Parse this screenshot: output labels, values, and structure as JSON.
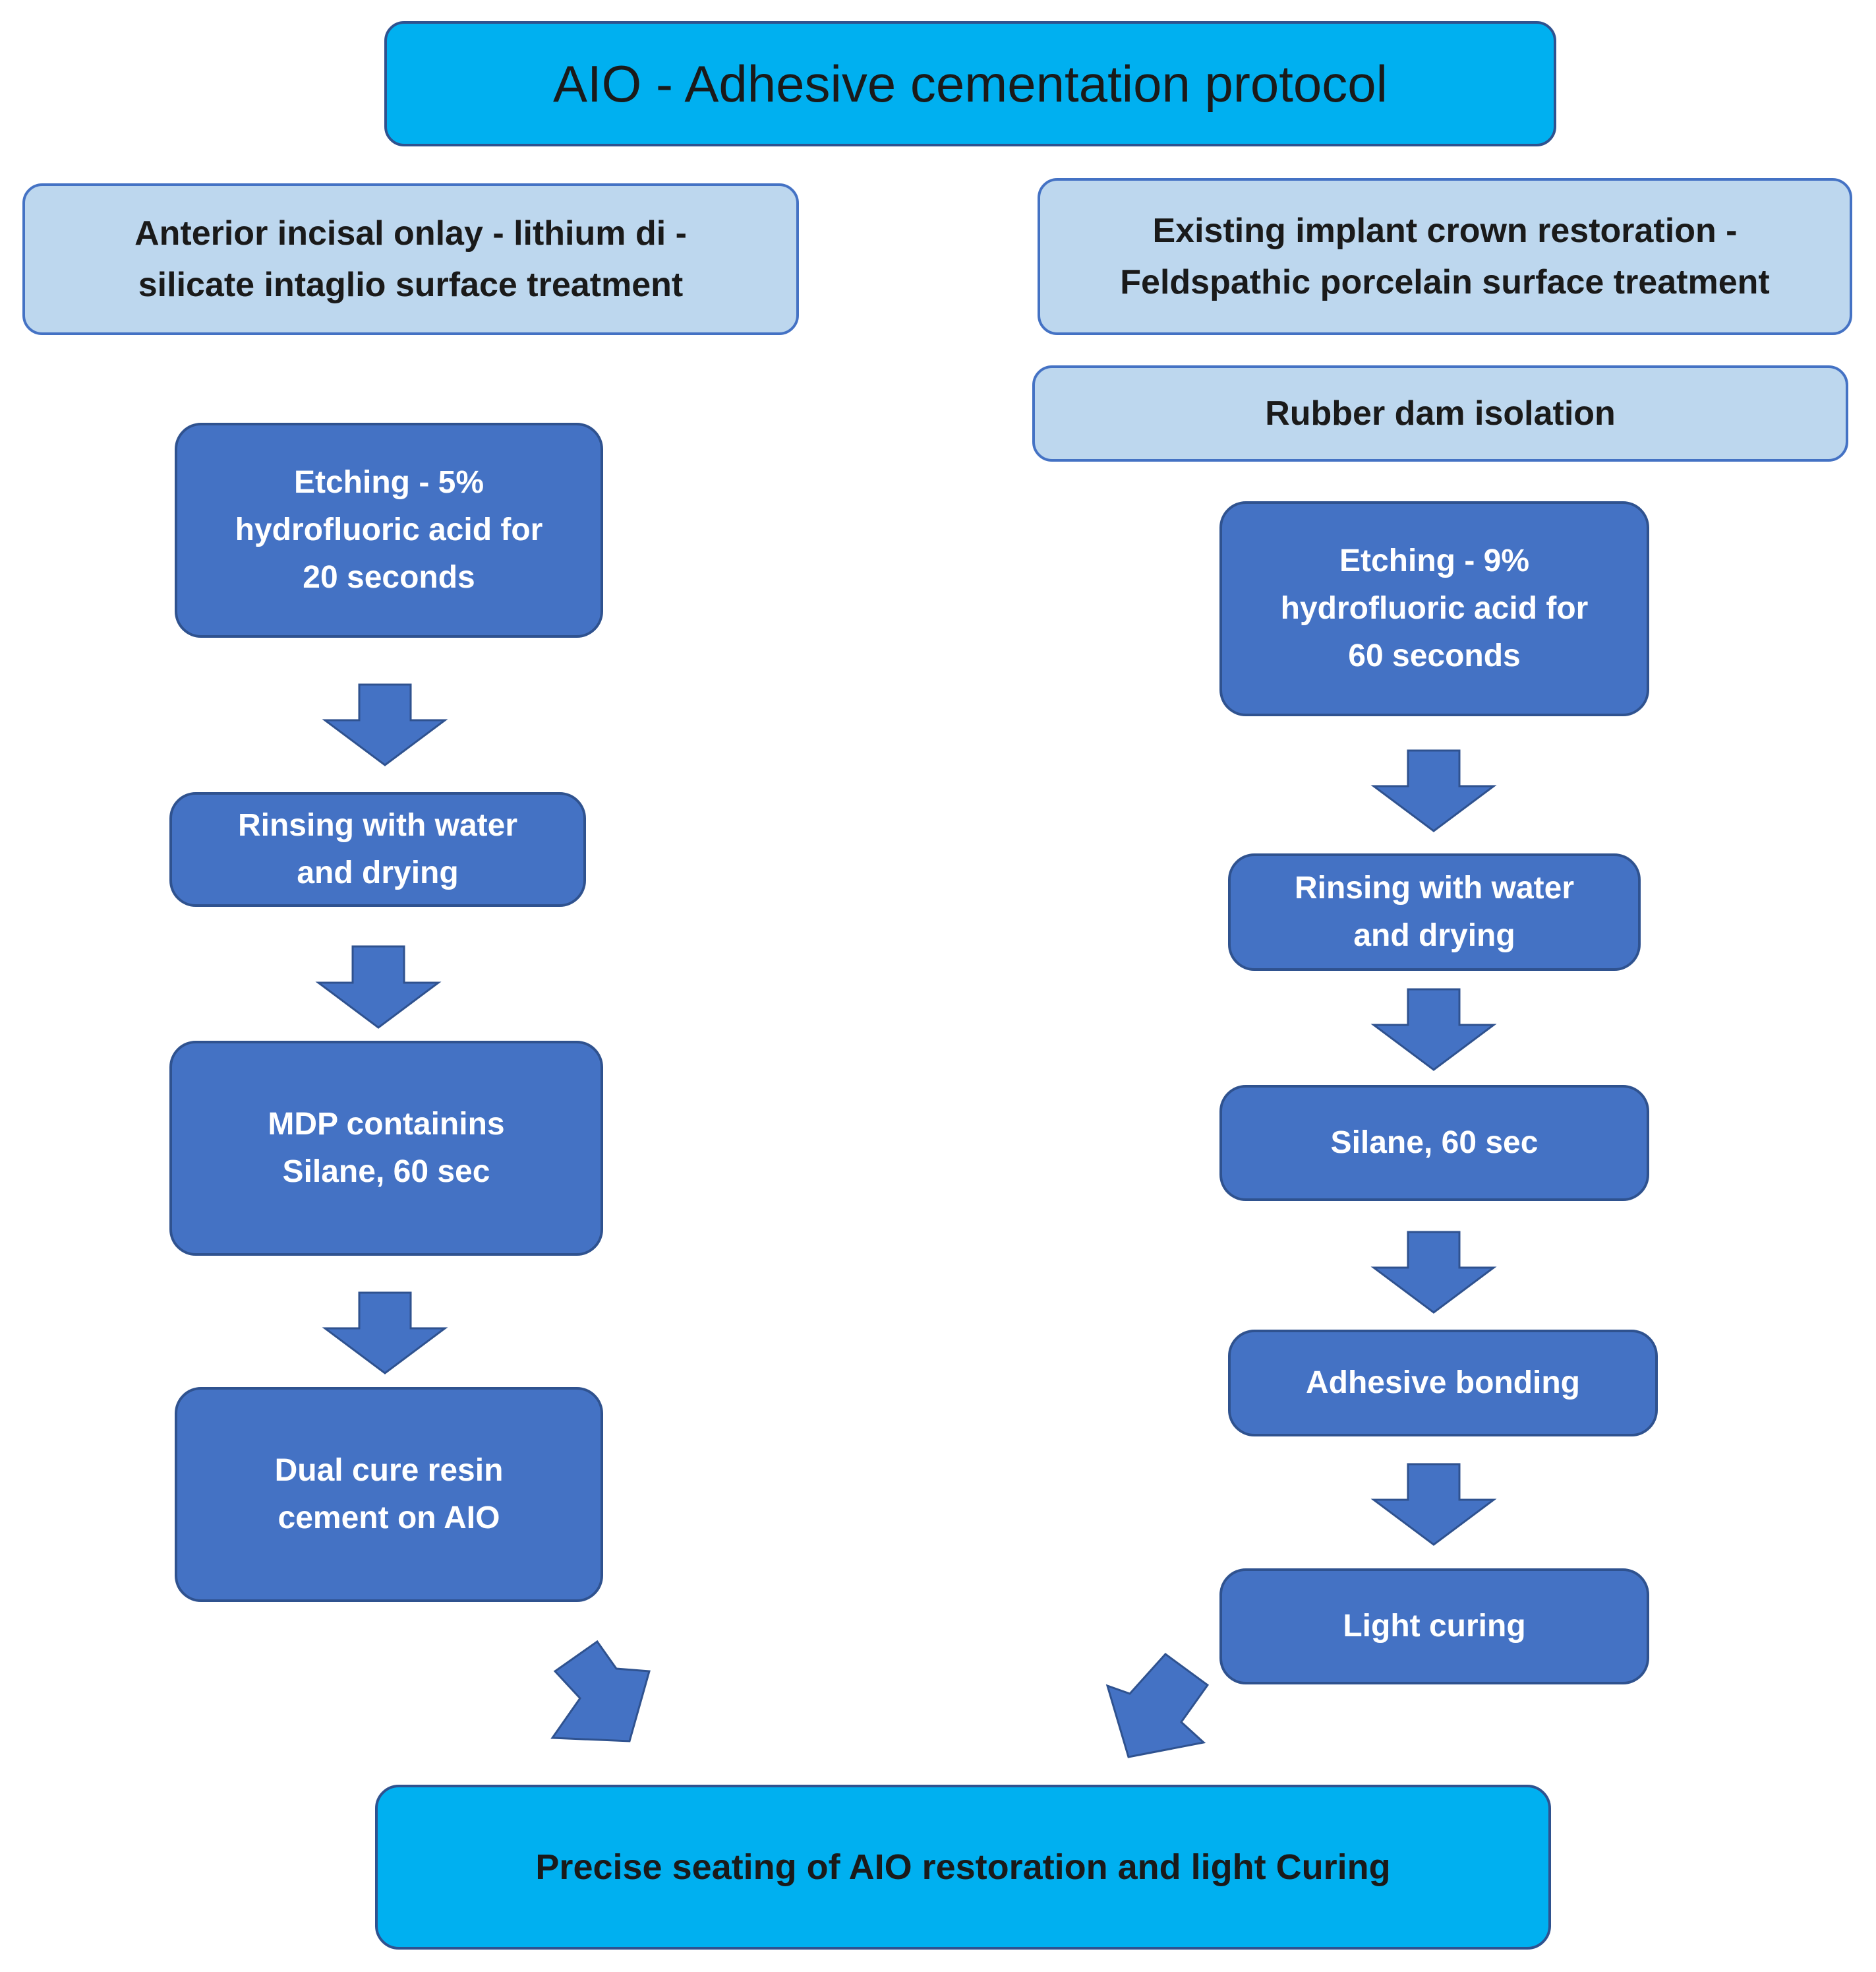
{
  "title": "AIO - Adhesive cementation protocol",
  "left": {
    "header": "Anterior incisal  onlay - lithium di -\nsilicate  intaglio surface treatment",
    "steps": [
      "Etching  - 5%\nhydrofluoric acid for\n20 seconds",
      "Rinsing with water\nand drying",
      "MDP containins\nSilane, 60 sec",
      "Dual cure resin\ncement on AIO"
    ]
  },
  "right": {
    "header": "Existing implant crown restoration  -\nFeldspathic porcelain surface treatment",
    "isolation": "Rubber dam isolation",
    "steps": [
      "Etching  - 9%\nhydrofluoric acid for\n60 seconds",
      "Rinsing with water\nand drying",
      "Silane, 60 sec",
      "Adhesive bonding",
      "Light curing"
    ]
  },
  "final": "Precise seating of AIO restoration and light Curing",
  "colors": {
    "title_fill": "#00b0f0",
    "header_fill": "#bdd7ee",
    "step_fill": "#4472c4",
    "border": "#2f528f",
    "arrow": "#4472c4"
  }
}
